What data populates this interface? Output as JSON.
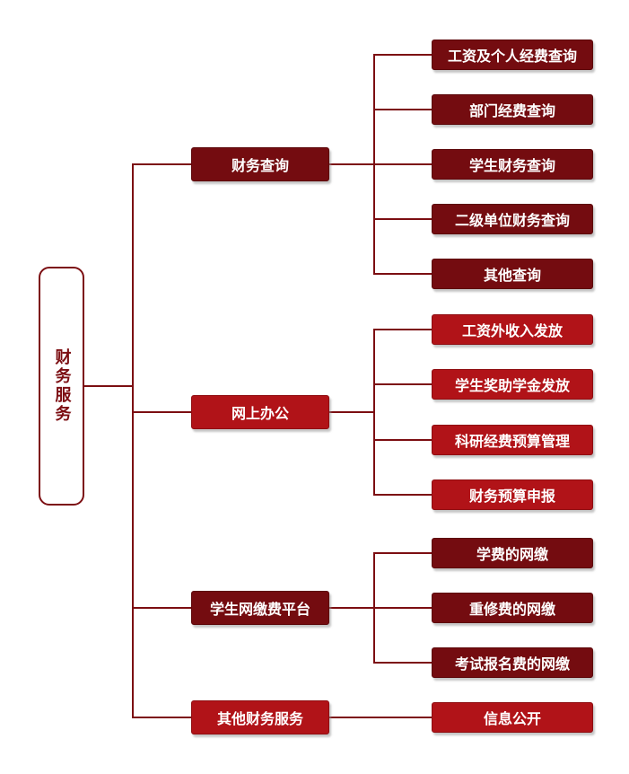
{
  "colors": {
    "dark_red": "#740c10",
    "bright_red": "#b11318",
    "line": "#7c0e12",
    "root_text": "#7c0e12",
    "node_text": "#ffffff",
    "background": "#ffffff"
  },
  "tree": {
    "root": {
      "label": "财务服务"
    },
    "branches": [
      {
        "label": "财务查询",
        "tone": "dark",
        "children": [
          "工资及个人经费查询",
          "部门经费查询",
          "学生财务查询",
          "二级单位财务查询",
          "其他查询"
        ]
      },
      {
        "label": "网上办公",
        "tone": "bright",
        "children": [
          "工资外收入发放",
          "学生奖助学金发放",
          "科研经费预算管理",
          "财务预算申报"
        ]
      },
      {
        "label": "学生网缴费平台",
        "tone": "dark",
        "children": [
          "学费的网缴",
          "重修费的网缴",
          "考试报名费的网缴"
        ]
      },
      {
        "label": "其他财务服务",
        "tone": "bright",
        "children": [
          "信息公开"
        ]
      }
    ]
  }
}
